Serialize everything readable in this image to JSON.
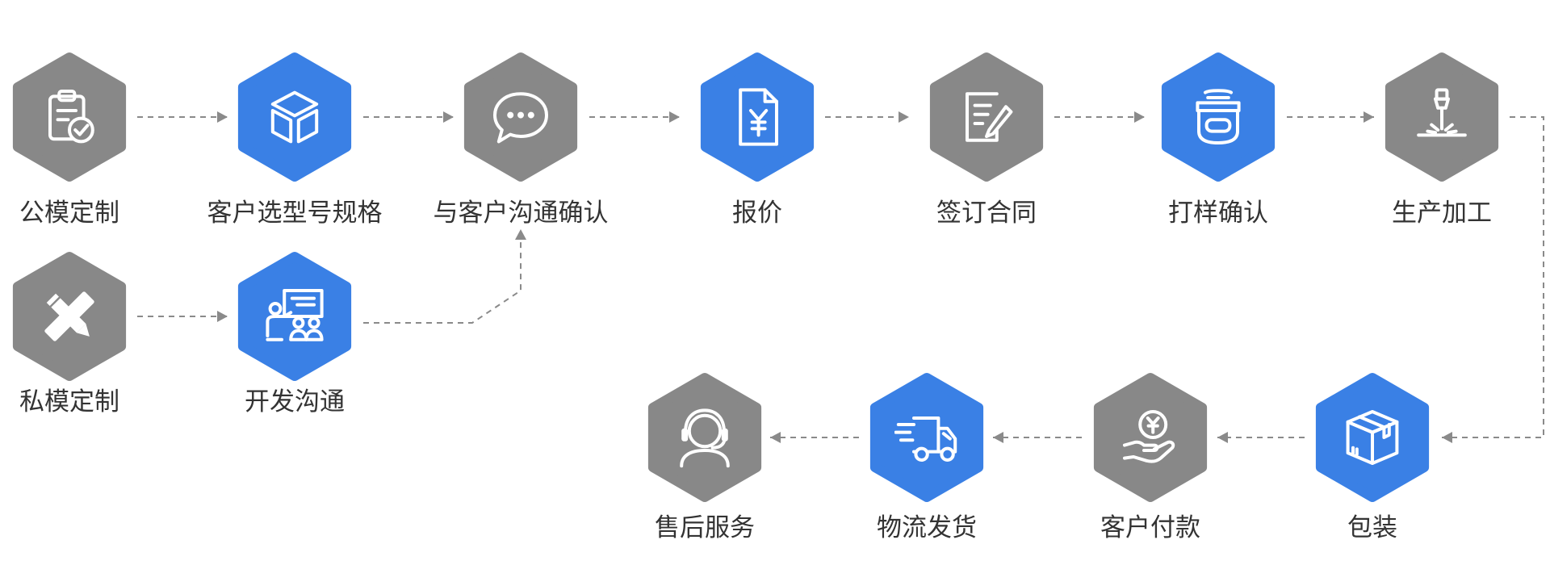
{
  "colors": {
    "blue": "#3a80e5",
    "gray": "#888888",
    "label": "#333333",
    "connector": "#8a8a8a"
  },
  "nodes": [
    {
      "id": "public-mold",
      "label": "公模定制",
      "color": "gray",
      "icon": "clipboard-check-icon"
    },
    {
      "id": "select-model",
      "label": "客户选型号规格",
      "color": "blue",
      "icon": "cube-icon"
    },
    {
      "id": "confirm",
      "label": "与客户沟通确认",
      "color": "gray",
      "icon": "chat-bubble-icon"
    },
    {
      "id": "quote",
      "label": "报价",
      "color": "blue",
      "icon": "yuan-document-icon"
    },
    {
      "id": "contract",
      "label": "签订合同",
      "color": "gray",
      "icon": "document-pen-icon"
    },
    {
      "id": "sample",
      "label": "打样确认",
      "color": "blue",
      "icon": "sample-jar-icon"
    },
    {
      "id": "production",
      "label": "生产加工",
      "color": "gray",
      "icon": "laser-cutter-icon"
    },
    {
      "id": "private-mold",
      "label": "私模定制",
      "color": "gray",
      "icon": "ruler-pencil-icon"
    },
    {
      "id": "development",
      "label": "开发沟通",
      "color": "blue",
      "icon": "presentation-icon"
    },
    {
      "id": "packaging",
      "label": "包装",
      "color": "blue",
      "icon": "package-box-icon"
    },
    {
      "id": "payment",
      "label": "客户付款",
      "color": "gray",
      "icon": "yuan-coin-hand-icon"
    },
    {
      "id": "logistics",
      "label": "物流发货",
      "color": "blue",
      "icon": "delivery-truck-icon"
    },
    {
      "id": "after-sales",
      "label": "售后服务",
      "color": "gray",
      "icon": "headset-support-icon"
    }
  ],
  "edges": [
    {
      "from": "public-mold",
      "to": "select-model"
    },
    {
      "from": "select-model",
      "to": "confirm"
    },
    {
      "from": "confirm",
      "to": "quote"
    },
    {
      "from": "quote",
      "to": "contract"
    },
    {
      "from": "contract",
      "to": "sample"
    },
    {
      "from": "sample",
      "to": "production"
    },
    {
      "from": "production",
      "to": "packaging"
    },
    {
      "from": "private-mold",
      "to": "development"
    },
    {
      "from": "development",
      "to": "confirm"
    },
    {
      "from": "packaging",
      "to": "payment"
    },
    {
      "from": "payment",
      "to": "logistics"
    },
    {
      "from": "logistics",
      "to": "after-sales"
    }
  ]
}
